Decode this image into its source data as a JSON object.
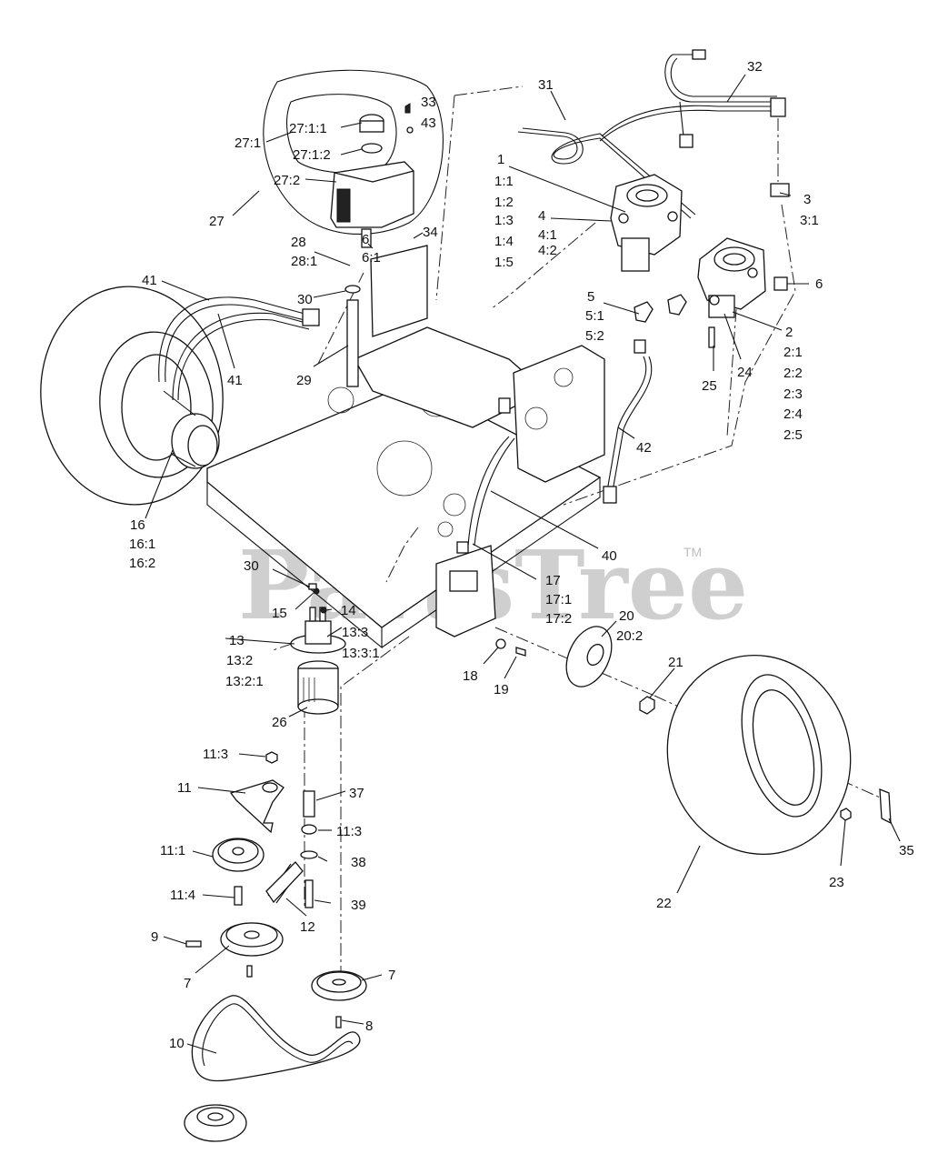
{
  "watermark": {
    "brand": "PartsTree",
    "trademark": "TM"
  },
  "callouts": [
    {
      "id": "c33",
      "text": "33"
    },
    {
      "id": "c43",
      "text": "43"
    },
    {
      "id": "c27-1",
      "text": "27:1"
    },
    {
      "id": "c27-1-1",
      "text": "27:1:1"
    },
    {
      "id": "c27-1-2",
      "text": "27:1:2"
    },
    {
      "id": "c27-2",
      "text": "27:2"
    },
    {
      "id": "c27",
      "text": "27"
    },
    {
      "id": "c31",
      "text": "31"
    },
    {
      "id": "c32",
      "text": "32"
    },
    {
      "id": "c1",
      "text": "1"
    },
    {
      "id": "c1-1",
      "text": "1:1"
    },
    {
      "id": "c1-2",
      "text": "1:2"
    },
    {
      "id": "c1-3",
      "text": "1:3"
    },
    {
      "id": "c1-4",
      "text": "1:4"
    },
    {
      "id": "c1-5",
      "text": "1:5"
    },
    {
      "id": "c4",
      "text": "4"
    },
    {
      "id": "c4-1",
      "text": "4:1"
    },
    {
      "id": "c4-2",
      "text": "4:2"
    },
    {
      "id": "c3",
      "text": "3"
    },
    {
      "id": "c3-1",
      "text": "3:1"
    },
    {
      "id": "c28",
      "text": "28"
    },
    {
      "id": "c28-1",
      "text": "28:1"
    },
    {
      "id": "c6a",
      "text": "6"
    },
    {
      "id": "c6-1",
      "text": "6:1"
    },
    {
      "id": "c34",
      "text": "34"
    },
    {
      "id": "c6b",
      "text": "6"
    },
    {
      "id": "c41a",
      "text": "41"
    },
    {
      "id": "c30a",
      "text": "30"
    },
    {
      "id": "c5",
      "text": "5"
    },
    {
      "id": "c5-1",
      "text": "5:1"
    },
    {
      "id": "c5-2",
      "text": "5:2"
    },
    {
      "id": "c2",
      "text": "2"
    },
    {
      "id": "c2-1",
      "text": "2:1"
    },
    {
      "id": "c2-2",
      "text": "2:2"
    },
    {
      "id": "c2-3",
      "text": "2:3"
    },
    {
      "id": "c2-4",
      "text": "2:4"
    },
    {
      "id": "c2-5",
      "text": "2:5"
    },
    {
      "id": "c24",
      "text": "24"
    },
    {
      "id": "c25",
      "text": "25"
    },
    {
      "id": "c41b",
      "text": "41"
    },
    {
      "id": "c29",
      "text": "29"
    },
    {
      "id": "c42",
      "text": "42"
    },
    {
      "id": "c16",
      "text": "16"
    },
    {
      "id": "c16-1",
      "text": "16:1"
    },
    {
      "id": "c16-2",
      "text": "16:2"
    },
    {
      "id": "c40",
      "text": "40"
    },
    {
      "id": "c30b",
      "text": "30"
    },
    {
      "id": "c17",
      "text": "17"
    },
    {
      "id": "c17-1",
      "text": "17:1"
    },
    {
      "id": "c17-2",
      "text": "17:2"
    },
    {
      "id": "c15",
      "text": "15"
    },
    {
      "id": "c14",
      "text": "14"
    },
    {
      "id": "c20",
      "text": "20"
    },
    {
      "id": "c20-2",
      "text": "20:2"
    },
    {
      "id": "c13",
      "text": "13"
    },
    {
      "id": "c13-2",
      "text": "13:2"
    },
    {
      "id": "c13-2-1",
      "text": "13:2:1"
    },
    {
      "id": "c13-3",
      "text": "13:3"
    },
    {
      "id": "c13-3-1",
      "text": "13:3:1"
    },
    {
      "id": "c21",
      "text": "21"
    },
    {
      "id": "c18",
      "text": "18"
    },
    {
      "id": "c19",
      "text": "19"
    },
    {
      "id": "c26",
      "text": "26"
    },
    {
      "id": "c11-3a",
      "text": "11:3"
    },
    {
      "id": "c11",
      "text": "11"
    },
    {
      "id": "c37",
      "text": "37"
    },
    {
      "id": "c11-3b",
      "text": "11:3"
    },
    {
      "id": "c11-1",
      "text": "11:1"
    },
    {
      "id": "c38",
      "text": "38"
    },
    {
      "id": "c35",
      "text": "35"
    },
    {
      "id": "c23",
      "text": "23"
    },
    {
      "id": "c11-4",
      "text": "11:4"
    },
    {
      "id": "c39",
      "text": "39"
    },
    {
      "id": "c12",
      "text": "12"
    },
    {
      "id": "c22",
      "text": "22"
    },
    {
      "id": "c9",
      "text": "9"
    },
    {
      "id": "c7a",
      "text": "7"
    },
    {
      "id": "c7b",
      "text": "7"
    },
    {
      "id": "c8",
      "text": "8"
    },
    {
      "id": "c10",
      "text": "10"
    }
  ]
}
